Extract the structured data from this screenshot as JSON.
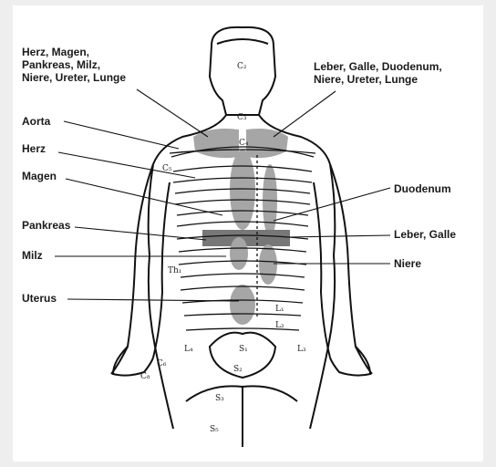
{
  "labels": {
    "top_left": "Herz, Magen,\nPankreas, Milz,\nNiere, Ureter, Lunge",
    "top_right": "Leber, Galle, Duodenum,\nNiere, Ureter, Lunge",
    "aorta": "Aorta",
    "herz": "Herz",
    "magen": "Magen",
    "duodenum": "Duodenum",
    "pankreas": "Pankreas",
    "leber_galle": "Leber, Galle",
    "milz": "Milz",
    "niere": "Niere",
    "uterus": "Uterus"
  },
  "segments": {
    "c2": "C₂",
    "c3": "C₃",
    "c4": "C₄",
    "c5": "C₅",
    "th1": "Th₁",
    "l1": "L₁",
    "l2": "L₂",
    "l3": "L₃",
    "l4": "L₄",
    "s1": "S₁",
    "s2": "S₂",
    "s3": "S₃",
    "s5": "S₅",
    "c6": "C₆",
    "c8": "C₈"
  },
  "colors": {
    "zone_fill": "#a6a6a6",
    "zone_dark": "#777777",
    "line": "#111111",
    "background": "#eeeeee"
  }
}
